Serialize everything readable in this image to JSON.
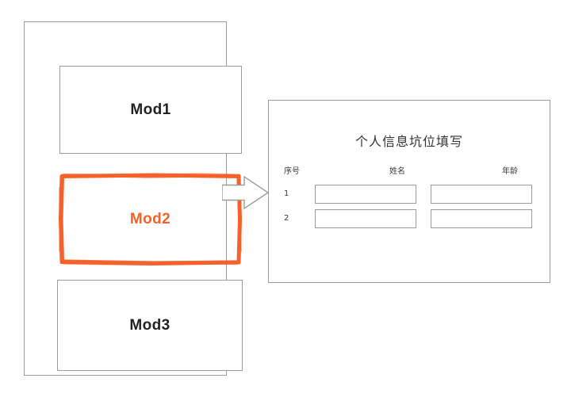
{
  "colors": {
    "highlight": "#F5622B",
    "border": "#9b9b9b",
    "text": "#222222",
    "background": "#ffffff"
  },
  "left_panel": {
    "name": "module-list",
    "modules": [
      {
        "label": "Mod1",
        "state": "normal"
      },
      {
        "label": "Mod2",
        "state": "selected"
      },
      {
        "label": "Mod3",
        "state": "normal"
      }
    ]
  },
  "connector": {
    "icon": "right-arrow-icon",
    "direction": "right"
  },
  "form_panel": {
    "title": "个人信息坑位填写",
    "table": {
      "headers": [
        "序号",
        "姓名",
        "年龄"
      ],
      "rows": [
        {
          "index": "1",
          "name": "",
          "age": ""
        },
        {
          "index": "2",
          "name": "",
          "age": ""
        }
      ]
    }
  }
}
